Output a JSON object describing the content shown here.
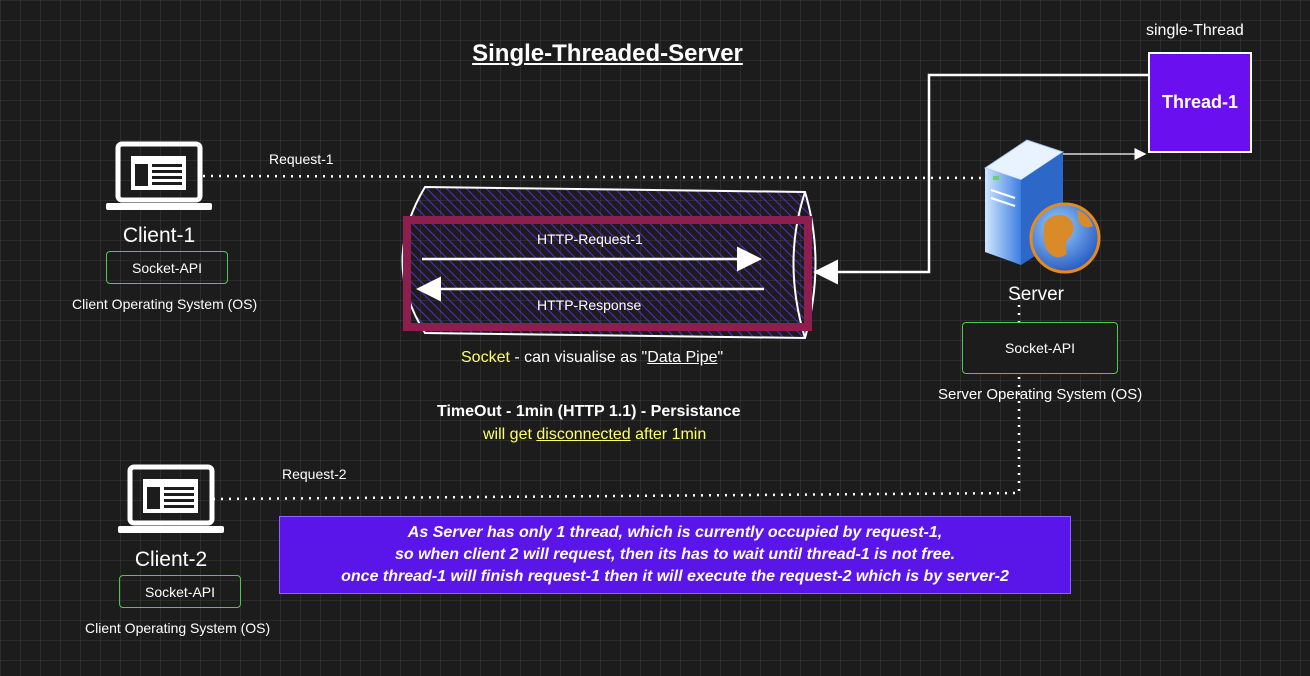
{
  "title": "Single-Threaded-Server",
  "thread": {
    "caption": "single-Thread",
    "label": "Thread-1",
    "fill_color": "#6a10f0"
  },
  "server": {
    "name": "Server",
    "api_label": "Socket-API",
    "os_label": "Server Operating System (OS)",
    "icon": "server-globe-icon"
  },
  "clients": [
    {
      "name": "Client-1",
      "api_label": "Socket-API",
      "os_label": "Client Operating System (OS)",
      "request_label": "Request-1",
      "icon": "laptop-icon"
    },
    {
      "name": "Client-2",
      "api_label": "Socket-API",
      "os_label": "Client Operating System (OS)",
      "request_label": "Request-2",
      "icon": "laptop-icon"
    }
  ],
  "socket_pipe": {
    "request_label": "HTTP-Request-1",
    "response_label": "HTTP-Response",
    "caption_term": "Socket",
    "caption_middle": " - can visualise as \"",
    "caption_pipe": "Data Pipe",
    "caption_end": "\"",
    "hatch_color": "#5a28d8",
    "frame_color": "#8c1f4e"
  },
  "timeout": {
    "heading": "TimeOut - 1min (HTTP 1.1) - Persistance",
    "line_prefix": "will get ",
    "line_link": "disconnected",
    "line_suffix": " after 1min"
  },
  "note": {
    "lines": [
      "As Server has only 1 thread, which is currently occupied by request-1,",
      "so when client 2 will request, then its has to wait until thread-1 is not free.",
      "once thread-1 will finish request-1 then it will execute the request-2 which is by server-2"
    ],
    "fill_color": "#5a16e8"
  },
  "colors": {
    "background": "#1c1c1c",
    "api_border": "#4ec94e",
    "highlight_text": "#ffff66"
  }
}
